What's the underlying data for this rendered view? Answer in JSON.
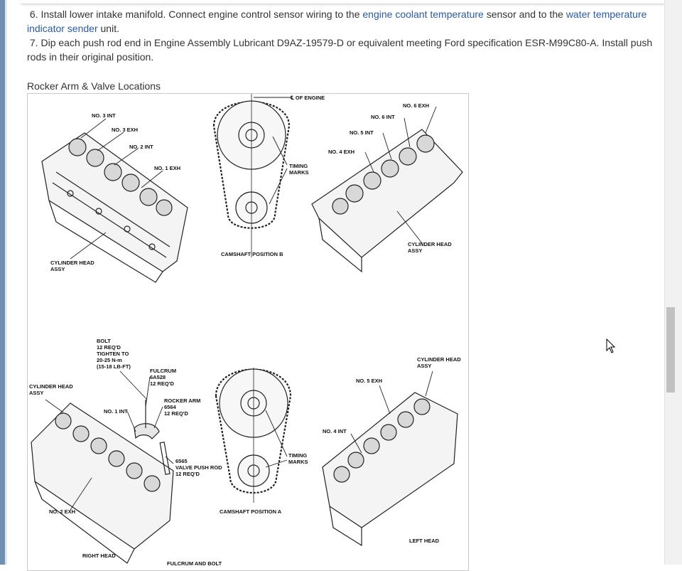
{
  "steps": [
    {
      "number": "6.",
      "text_before": "Install lower intake manifold. Connect engine control sensor wiring to the ",
      "link1": "engine coolant temperature",
      "text_middle": " sensor and to the ",
      "link2": "water temperature indicator sender",
      "text_after": " unit."
    },
    {
      "number": "7.",
      "text": "Dip each push rod end in Engine Assembly Lubricant D9AZ-19579-D or equivalent meeting Ford specification ESR-M99C80-A. Install push rods in their original position."
    }
  ],
  "figure": {
    "caption": "Rocker Arm & Valve Locations",
    "labels": {
      "cl_engine": "℄ OF ENGINE",
      "no3int": "NO. 3 INT",
      "no3exh": "NO. 3 EXH",
      "no2int": "NO. 2 INT",
      "no1exh": "NO. 1 EXH",
      "cyl_head_tl_1": "CYLINDER HEAD",
      "cyl_head_tl_2": "ASSY",
      "timing_marks_b_1": "TIMING",
      "timing_marks_b_2": "MARKS",
      "camshaft_b": "CAMSHAFT POSITION B",
      "no6exh": "NO. 6 EXH",
      "no6int": "NO. 6 INT",
      "no5int": "NO. 5 INT",
      "no4exh": "NO. 4 EXH",
      "cyl_head_tr_1": "CYLINDER HEAD",
      "cyl_head_tr_2": "ASSY",
      "bolt_1": "BOLT",
      "bolt_2": "12 REQ'D",
      "bolt_3": "TIGHTEN TO",
      "bolt_4": "20-25 N-m",
      "bolt_5": "(15-18 LB-FT)",
      "fulcrum_1": "FULCRUM",
      "fulcrum_2": "6A528",
      "fulcrum_3": "12 REQ'D",
      "rocker_1": "ROCKER ARM",
      "rocker_2": "6564",
      "rocker_3": "12 REQ'D",
      "cyl_head_bl_1": "CYLINDER HEAD",
      "cyl_head_bl_2": "ASSY",
      "no1int": "NO. 1 INT",
      "pushrod_1": "6565",
      "pushrod_2": "VALVE PUSH ROD",
      "pushrod_3": "12 REQ'D",
      "no2exh": "NO. 2 EXH",
      "right_head": "RIGHT HEAD",
      "fulcrum_bolt": "FULCRUM AND BOLT",
      "timing_marks_a_1": "TIMING",
      "timing_marks_a_2": "MARKS",
      "camshaft_a": "CAMSHAFT POSITION A",
      "cyl_head_br_1": "CYLINDER HEAD",
      "cyl_head_br_2": "ASSY",
      "no5exh": "NO. 5 EXH",
      "no4int": "NO. 4 INT",
      "left_head": "LEFT HEAD"
    }
  },
  "colors": {
    "link": "#2a5aa0",
    "text": "#333333",
    "edge_accent": "#6f8fb3"
  },
  "icons": [
    "mouse-pointer-icon"
  ]
}
